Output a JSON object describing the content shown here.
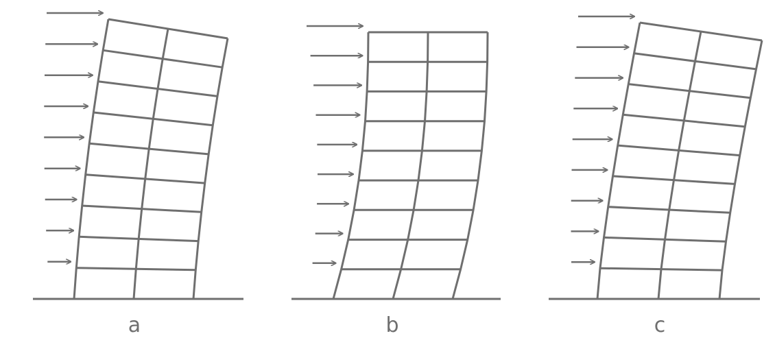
{
  "panels": [
    {
      "label": "a",
      "mode": "shear_bending"
    },
    {
      "label": "b",
      "mode": "shear"
    },
    {
      "label": "c",
      "mode": "bending"
    }
  ],
  "structure": {
    "floors": 9,
    "bays": 2,
    "lateral_loads": 9
  },
  "colors": {
    "line": "#6f6f6f",
    "background": "#ffffff"
  }
}
